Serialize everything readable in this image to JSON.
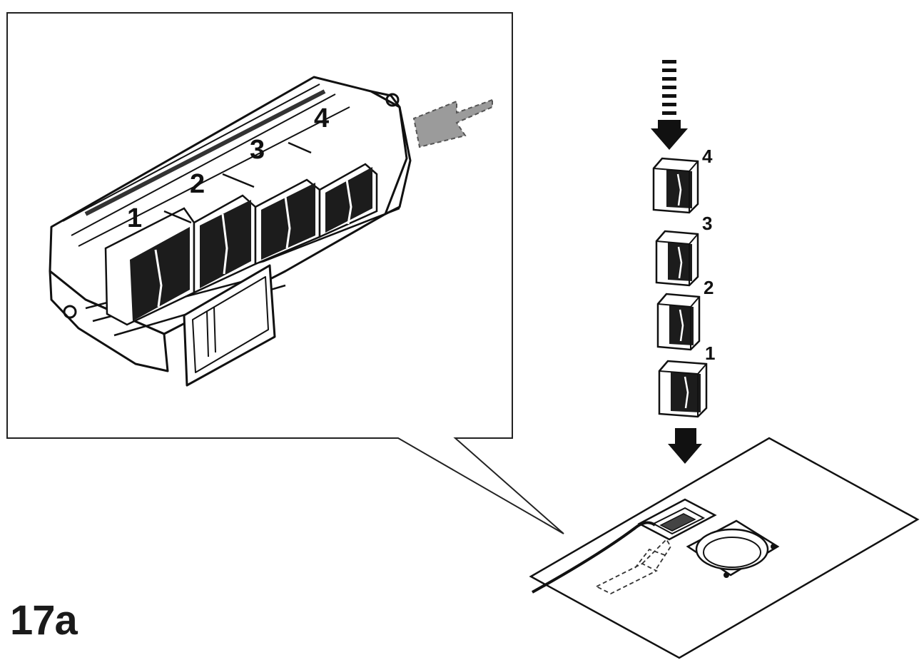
{
  "figure_label": "17a",
  "callout": {
    "position_labels": [
      "1",
      "2",
      "3",
      "4"
    ]
  },
  "stack": {
    "cartridge_labels": [
      "4",
      "3",
      "2",
      "1"
    ]
  }
}
